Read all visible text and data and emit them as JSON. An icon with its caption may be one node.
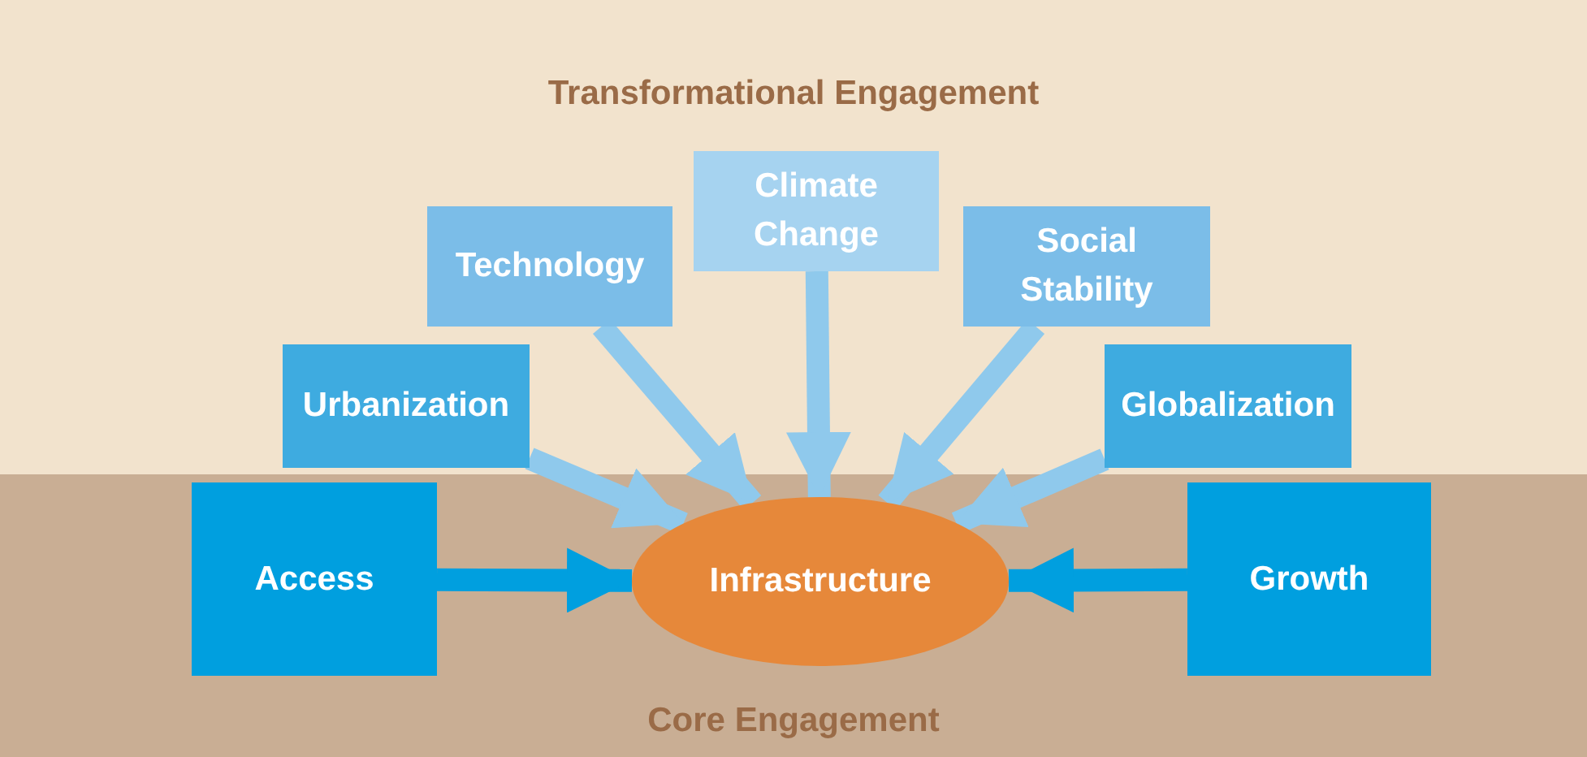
{
  "diagram": {
    "nodes": [
      {
        "text": [
          "Transformational Engagement"
        ]
      },
      {
        "text": [
          "Technology"
        ],
        "in": 0
      },
      {
        "text": [
          "Climate Change"
        ],
        "in": 0
      },
      {
        "text": [
          "Social Stability"
        ],
        "in": 0
      },
      {
        "text": [
          "Urbanization"
        ],
        "in": 0
      },
      {
        "text": [
          "Globalization"
        ],
        "in": 0
      },
      {
        "text": [
          "Core Engagement"
        ]
      },
      {
        "text": [
          "Access"
        ],
        "in": 6
      },
      {
        "text": [
          "Infrastructure"
        ],
        "in": 6
      },
      {
        "text": [
          "Growth"
        ],
        "in": 6
      }
    ],
    "edges": [
      {
        "from": 4,
        "to": 8,
        "arrow": "to"
      },
      {
        "from": 1,
        "to": 8,
        "arrow": "to"
      },
      {
        "from": 2,
        "to": 8,
        "arrow": "to"
      },
      {
        "from": 3,
        "to": 8,
        "arrow": "to"
      },
      {
        "from": 5,
        "to": 8,
        "arrow": "to"
      },
      {
        "from": 7,
        "to": 8,
        "arrow": "to",
        "color": "#009fdf"
      },
      {
        "from": 9,
        "to": 8,
        "arrow": "to",
        "color": "#009fdf"
      }
    ]
  }
}
